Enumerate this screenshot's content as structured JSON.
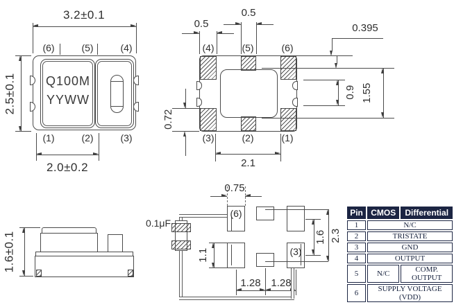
{
  "top_left": {
    "dim_width": "3.2±0.1",
    "dim_height": "2.5±0.1",
    "dim_lid": "2.0±0.2",
    "marking_line1": "Q100M",
    "marking_line2": "YYWW",
    "pins_top": [
      "(6)",
      "(5)",
      "(4)"
    ],
    "pins_bottom": [
      "(1)",
      "(2)",
      "(3)"
    ]
  },
  "top_right": {
    "dim_corner_pad": "0.5",
    "dim_center_pad": "0.5",
    "dim_edge_offset": "0.395",
    "dim_pad_height": "0.72",
    "dim_pad_gap": "0.9",
    "dim_pad_span": "1.55",
    "dim_pad_pitch": "2.1",
    "pins_top": [
      "(4)",
      "(5)",
      "(6)"
    ],
    "pins_bottom": [
      "(3)",
      "(2)",
      "(1)"
    ]
  },
  "side": {
    "dim_height": "1.6±0.1"
  },
  "land_pattern": {
    "dim_pad_width": "0.75",
    "dim_pad_height": "1.1",
    "dim_row_pitch": "1.6",
    "dim_outer_span": "2.3",
    "dim_col_pitch_left": "1.28",
    "dim_col_pitch_right": "1.28",
    "capacitor_label": "0.1μF",
    "pad6_label": "(6)",
    "pad3_label": "(3)"
  },
  "pin_table": {
    "headers": [
      "Pin",
      "CMOS",
      "Differential"
    ],
    "rows": [
      {
        "pin": "1",
        "value": "N/C"
      },
      {
        "pin": "2",
        "value": "TRISTATE"
      },
      {
        "pin": "3",
        "value": "GND"
      },
      {
        "pin": "4",
        "value": "OUTPUT"
      },
      {
        "pin": "5",
        "cmos": "N/C",
        "differential": "COMP. OUTPUT"
      },
      {
        "pin": "6",
        "value": "SUPPLY VOLTAGE (VDD)"
      }
    ]
  },
  "colors": {
    "table_navy": "#1c2543",
    "line": "#4a4a4a"
  }
}
